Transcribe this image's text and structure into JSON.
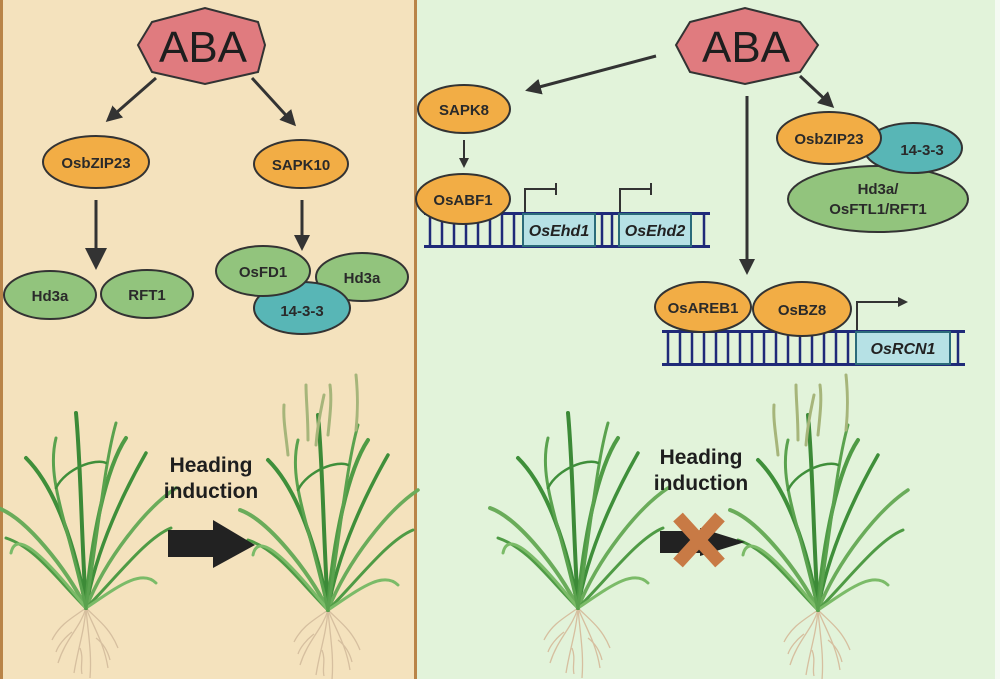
{
  "colors": {
    "left_panel_bg": "#f4e2bd",
    "right_panel_bg": "#e2f3da",
    "panel_border": "#b98448",
    "aba_fill": "#e07b7f",
    "kinase_tf_fill": "#f2ad45",
    "florigen_fill": "#92c47d",
    "protein_14_3_3_fill": "#58b6b6",
    "gene_box_fill": "#b6e1e5",
    "dna_color": "#1f2a78",
    "arrow_color": "#333333",
    "block_cross_color": "#c87a45"
  },
  "left_panel": {
    "hormone": "ABA",
    "nodes": {
      "osbzip23": "OsbZIP23",
      "sapk10": "SAPK10",
      "hd3a_a": "Hd3a",
      "rft1": "RFT1",
      "osfd1": "OsFD1",
      "hd3a_b": "Hd3a",
      "p14_3_3": "14-3-3"
    },
    "outcome": {
      "label_line1": "Heading",
      "label_line2": "induction",
      "state": "promoted"
    }
  },
  "right_panel": {
    "hormone": "ABA",
    "nodes": {
      "sapk8": "SAPK8",
      "osabf1": "OsABF1",
      "osbzip23": "OsbZIP23",
      "p14_3_3": "14-3-3",
      "florigen_complex_line1": "Hd3a/",
      "florigen_complex_line2": "OsFTL1/RFT1",
      "osareb1": "OsAREB1",
      "osbz8": "OsBZ8"
    },
    "genes": {
      "osehd1": "OsEhd1",
      "osehd2": "OsEhd2",
      "osrcn1": "OsRCN1"
    },
    "outcome": {
      "label_line1": "Heading",
      "label_line2": "induction",
      "state": "blocked"
    }
  }
}
